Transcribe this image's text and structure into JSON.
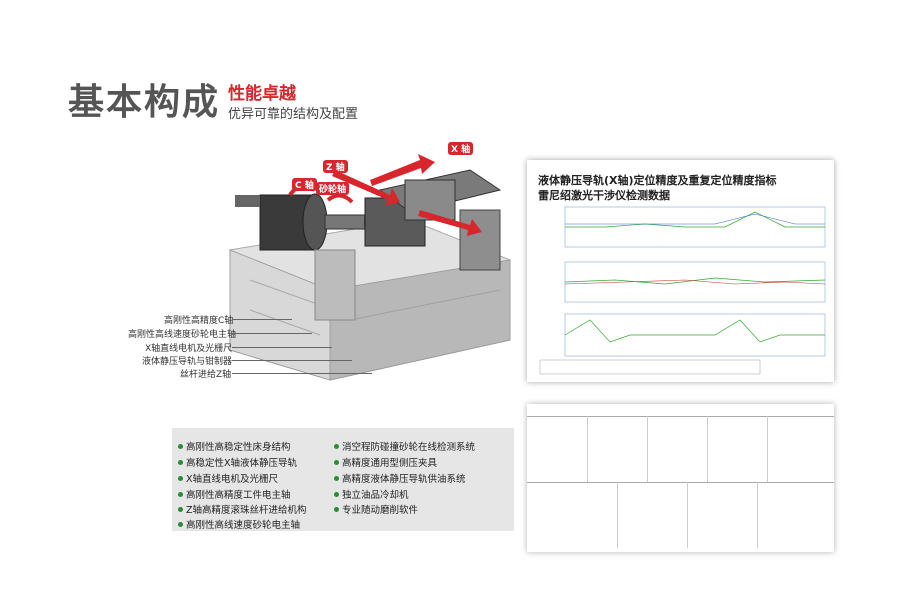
{
  "header": {
    "title": "基本构成",
    "accent": "性能卓越",
    "subtitle": "优异可靠的结构及配置"
  },
  "machine": {
    "axis_labels": [
      "Z 轴",
      "X 轴",
      "C 轴",
      "砂轮轴"
    ],
    "callouts": [
      "高刚性高精度C轴",
      "高刚性高线速度砂轮电主轴",
      "X轴直线电机及光栅尺",
      "液体静压导轨与钳制器",
      "丝杆进给Z轴"
    ]
  },
  "report": {
    "title_line1": "液体静压导轨(X轴)定位精度及重复定位精度指标",
    "title_line2": "雷尼绍激光干涉仪检测数据"
  },
  "features": {
    "left": [
      "高刚性高稳定性床身结构",
      "高稳定性X轴液体静压导轨",
      "X轴直线电机及光栅尺",
      "高刚性高精度工件电主轴",
      "Z轴高精度滚珠丝杆进给机构",
      "高刚性高线速度砂轮电主轴"
    ],
    "right": [
      "消空程防碰撞砂轮在线检测系统",
      "高精度通用型侧压夹具",
      "高精度液体静压导轨供油系统",
      "独立油品冷却机",
      "专业随动磨削软件"
    ]
  },
  "colors": {
    "accent": "#d8262d",
    "bullet": "#2a8a35",
    "title_gray": "#555555"
  }
}
